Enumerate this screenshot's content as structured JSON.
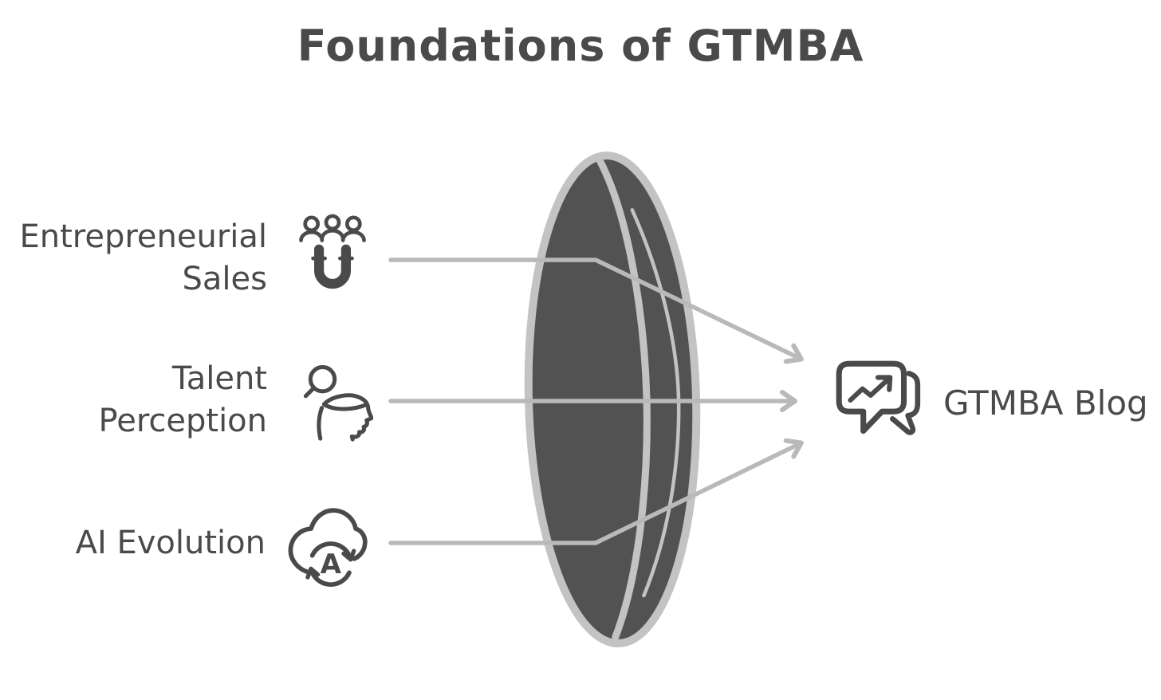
{
  "title": "Foundations of GTMBA",
  "sources": [
    {
      "name": "Entrepreneurial Sales",
      "lines": [
        "Entrepreneurial",
        "Sales"
      ],
      "icon": "audience-magnet-icon"
    },
    {
      "name": "Talent Perception",
      "lines": [
        "Talent",
        "Perception"
      ],
      "icon": "head-search-icon"
    },
    {
      "name": "AI Evolution",
      "lines": [
        "AI Evolution"
      ],
      "icon": "ai-cloud-refresh-icon"
    }
  ],
  "lens": {
    "name": "converging-lens"
  },
  "target": {
    "name": "GTMBA Blog",
    "icon": "chat-growth-icon"
  },
  "icons": {
    "ai_letter": "A"
  },
  "colors": {
    "text": "#4a4a4a",
    "icon_stroke": "#4a4a4a",
    "lens_fill": "#525252",
    "lens_rim": "#c3c3c3",
    "connector": "#b9b9b9",
    "background": "#ffffff"
  }
}
